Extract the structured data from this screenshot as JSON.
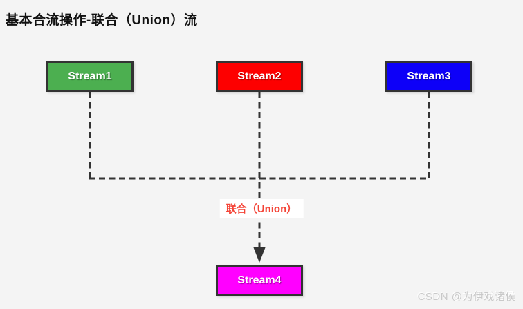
{
  "page": {
    "title": "基本合流操作-联合（Union）流",
    "background_color": "#f4f4f4",
    "watermark": "CSDN @为伊戏诸侯"
  },
  "diagram": {
    "line_color": "#333333",
    "nodes": [
      {
        "id": "stream1",
        "label": "Stream1",
        "fill": "#4caf50"
      },
      {
        "id": "stream2",
        "label": "Stream2",
        "fill": "#fd0000"
      },
      {
        "id": "stream3",
        "label": "Stream3",
        "fill": "#0d00f8"
      },
      {
        "id": "stream4",
        "label": "Stream4",
        "fill": "#ff00ff"
      }
    ],
    "union_label": {
      "text": "联合（Union）",
      "color": "#f44336",
      "background": "#ffffff"
    }
  }
}
